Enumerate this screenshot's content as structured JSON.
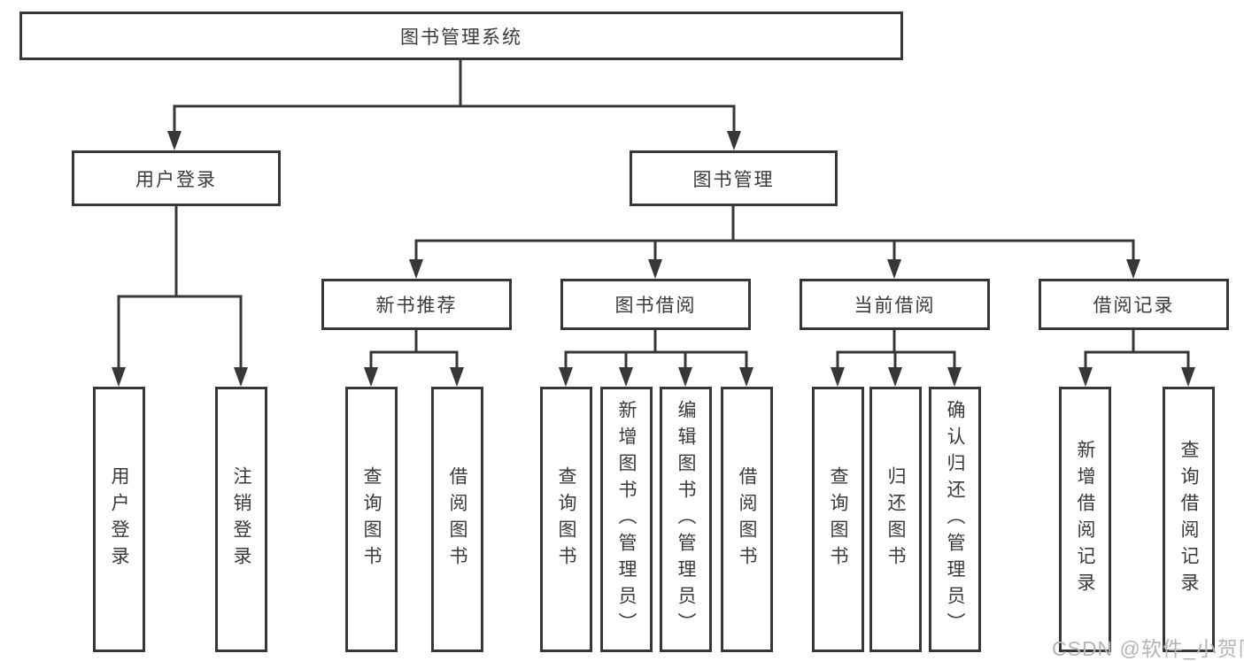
{
  "diagram": {
    "root": {
      "label": "图书管理系统"
    },
    "branches": [
      {
        "label": "用户登录",
        "children": [
          {
            "label": "用户登录"
          },
          {
            "label": "注销登录"
          }
        ]
      },
      {
        "label": "图书管理",
        "children": [
          {
            "label": "新书推荐",
            "children": [
              {
                "label": "查询图书"
              },
              {
                "label": "借阅图书"
              }
            ]
          },
          {
            "label": "图书借阅",
            "children": [
              {
                "label": "查询图书"
              },
              {
                "label": "新增图书（管理员）"
              },
              {
                "label": "编辑图书（管理员）"
              },
              {
                "label": "借阅图书"
              }
            ]
          },
          {
            "label": "当前借阅",
            "children": [
              {
                "label": "查询图书"
              },
              {
                "label": "归还图书"
              },
              {
                "label": "确认归还（管理员）"
              }
            ]
          },
          {
            "label": "借阅记录",
            "children": [
              {
                "label": "新增借阅记录"
              },
              {
                "label": "查询借阅记录"
              }
            ]
          }
        ]
      }
    ],
    "colors": {
      "line": "#373737",
      "text": "#3a3a3a",
      "background": "#ffffff",
      "watermark": "#b5b5b5"
    }
  },
  "watermark": {
    "text": "CSDN @软件_小贺同学"
  }
}
